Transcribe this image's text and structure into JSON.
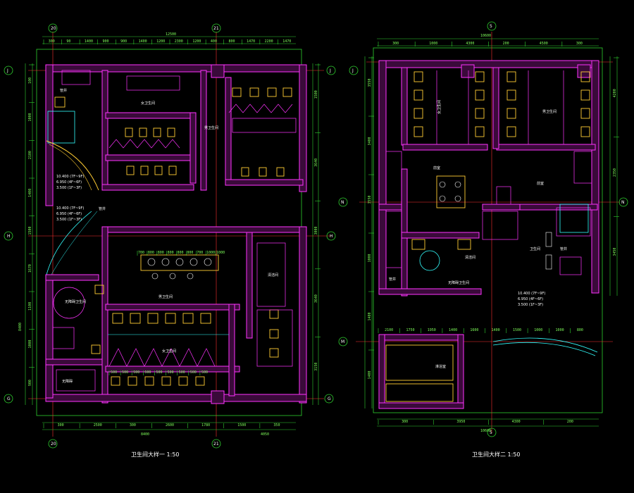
{
  "drawing1": {
    "title": "卫生间大样一",
    "scale": "1:50",
    "top_axes": [
      "20",
      "21"
    ],
    "side_axes": [
      "J",
      "H",
      "G"
    ],
    "top_total": "12500",
    "top_dims": [
      "300",
      "90",
      "1400",
      "900",
      "900",
      "1400",
      "1200",
      "2300",
      "1200",
      "400",
      "800",
      "1470",
      "2200",
      "1470"
    ],
    "bottom_total": "8400",
    "bottom_total_right": "4050",
    "bottom_dims": [
      "300",
      "2500",
      "300",
      "2600",
      "1780",
      "1500",
      "350"
    ],
    "left_dims": [
      "100",
      "1000",
      "2100",
      "1400",
      "1500",
      "1670",
      "1100",
      "1000",
      "900"
    ],
    "right_dims": [
      "1500",
      "3640",
      "3000",
      "3640",
      "3150"
    ],
    "left_total": "8400",
    "level_notes": [
      "10.400 (7F~9F)",
      "6.950 (4F~6F)",
      "3.500 (1F~3F)"
    ],
    "level_notes_lower": [
      "10.400 (7F~9F)",
      "6.950 (4F~6F)",
      "3.500 (1F~3F)"
    ],
    "room_labels": [
      "女卫生间",
      "男卫生间",
      "无障碍卫生间",
      "无障碍",
      "男卫生间",
      "女卫生间",
      "清洁间",
      "管井",
      "管井"
    ],
    "mid_dims": [
      "700",
      "800",
      "800",
      "800",
      "800",
      "800",
      "700",
      "1000",
      "1000"
    ],
    "stall_dims": [
      "500",
      "500",
      "500",
      "500",
      "500",
      "500",
      "500",
      "500",
      "500"
    ]
  },
  "drawing2": {
    "title": "卫生间大样二",
    "scale": "1:50",
    "top_axis": "5",
    "side_axes": [
      "J",
      "N",
      "M"
    ],
    "top_total": "10600",
    "top_dims": [
      "300",
      "1000",
      "4300",
      "200",
      "4500",
      "300"
    ],
    "bottom_total": "10600",
    "bottom_dims": [
      "300",
      "3950",
      "4300",
      "200"
    ],
    "mid_dims": [
      "2100",
      "1750",
      "1950",
      "1400",
      "1600",
      "1400",
      "1500",
      "1000",
      "1000",
      "800"
    ],
    "left_dims": [
      "3550",
      "3400",
      "3550",
      "1000",
      "1480",
      "1400"
    ],
    "right_dims": [
      "4200",
      "2350",
      "3450"
    ],
    "level_notes": [
      "10.400 (7F~9F)",
      "6.950 (4F~6F)",
      "3.500 (1F~3F)"
    ],
    "room_labels": [
      "女卫生间",
      "男卫生间",
      "前室",
      "前室",
      "管井",
      "清洁间",
      "无障碍卫生间",
      "卫生间",
      "管井",
      "淋浴室"
    ]
  }
}
